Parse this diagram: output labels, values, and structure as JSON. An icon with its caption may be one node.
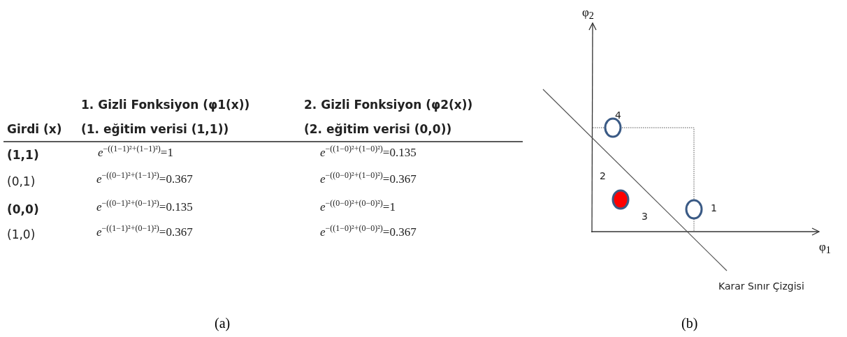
{
  "diagram": {
    "labels": [
      "1. Gizli Fonksiyon (φ1(x))",
      "2. Gizli Fonksiyon (φ2(x))",
      "Girdi (x)",
      "(1. eğitim verisi (1,1))",
      "(2. eğitim verisi (0,0))",
      "(1,1)",
      "*e*$^{−((1−1)²+(1−1)²)}$=1",
      "*e*$^{−((1−0)²+(1−0)²)}$=0.135",
      "(0,1)",
      "*e*$^{−((0−1)²+(1−1)²)}$=0.367",
      "*e*$^{−((0−0)²+(1−0)²)}$=0.367",
      "(0,0)",
      "*e*$^{−((0−1)²+(0−1)²)}$=0.135",
      "*e*$^{−((0−0)²+(0−0)²)}$=1",
      "(1,0)",
      "*e*$^{−((1−1)²+(0−1)²)}$=0.367",
      "*e*$^{−((1−0)²+(0−0)²)}$=0.367",
      "φ$_{2}$",
      "4",
      "2",
      "1",
      "3",
      "φ$_{1}$",
      "Karar Sınır Çizgisi",
      "(a)",
      "(b)"
    ]
  }
}
